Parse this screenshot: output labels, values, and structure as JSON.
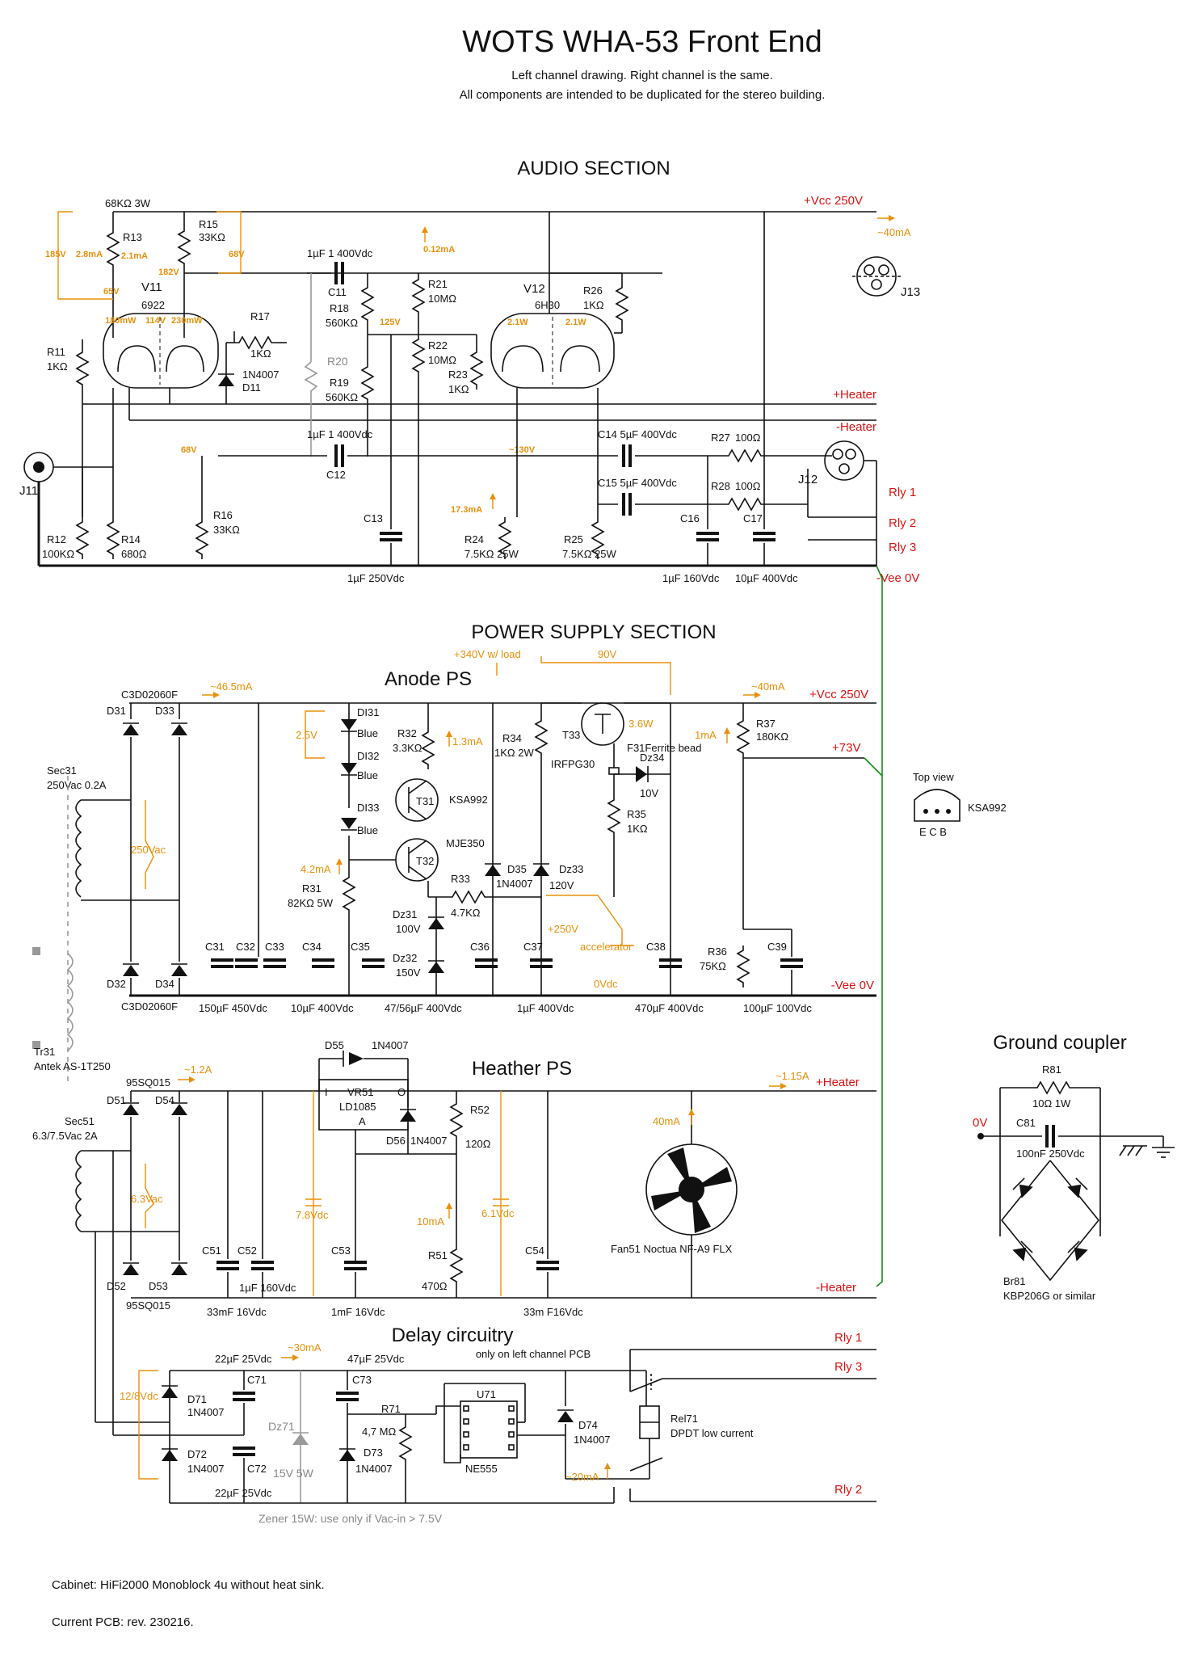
{
  "header": {
    "title": "WOTS WHA-53 Front End",
    "subtitle1": "Left channel drawing. Right channel is the same.",
    "subtitle2": "All components are intended to be duplicated for the stereo building."
  },
  "sections": {
    "audio": "AUDIO SECTION",
    "power": "POWER SUPPLY SECTION",
    "anode": "Anode PS",
    "heater": "Heather PS",
    "delay": "Delay circuitry",
    "delay_note": "only on left channel PCB",
    "ground": "Ground coupler"
  },
  "rails": {
    "vcc": "+Vcc 250V",
    "vcc_current": "~40mA",
    "heater_pos": "+Heater",
    "heater_neg": "-Heater",
    "rly1": "Rly 1",
    "rly2": "Rly 2",
    "rly3": "Rly 3",
    "vee": "-Vee 0V",
    "plus73": "+73V",
    "zero": "0V"
  },
  "audio": {
    "r13_top": "68KΩ 3W",
    "r13": "R13",
    "r15": "R15",
    "r15_val": "33KΩ",
    "c11_val": "1µF 1 400Vdc",
    "c11": "C11",
    "i_012": "0.12mA",
    "v185": "185V",
    "i28": "2.8mA",
    "i21": "2.1mA",
    "v68a": "68V",
    "v182": "182V",
    "v65": "65V",
    "v11": "V11",
    "v11_type": "6922",
    "p180": "180mW",
    "v114": "114V",
    "p230": "230mW",
    "r17": "R17",
    "r17_val": "1KΩ",
    "r11": "R11",
    "r11_val": "1KΩ",
    "d11": "D11",
    "d11_val": "1N4007",
    "r18": "R18",
    "r18_val": "560KΩ",
    "v125": "125V",
    "r20": "R20",
    "r19": "R19",
    "r19_val": "560KΩ",
    "r21": "R21",
    "r21_val": "10MΩ",
    "r22": "R22",
    "r22_val": "10MΩ",
    "r23": "R23",
    "r23_val": "1KΩ",
    "v12": "V12",
    "v12_type": "6H30",
    "w21a": "2.1W",
    "w21b": "2.1W",
    "r26": "R26",
    "r26_val": "1KΩ",
    "j13": "J13",
    "c12_val": "1µF 1 400Vdc",
    "c12": "C12",
    "v68b": "68V",
    "v130": "~130V",
    "c14": "C14 5µF 400Vdc",
    "c15": "C15 5µF 400Vdc",
    "r27": "R27",
    "r27_val": "100Ω",
    "r28": "R28",
    "r28_val": "100Ω",
    "j12": "J12",
    "j11": "J11",
    "r12": "R12",
    "r12_val": "100KΩ",
    "r14": "R14",
    "r14_val": "680Ω",
    "r16": "R16",
    "r16_val": "33KΩ",
    "c13": "C13",
    "c13_val": "1µF 250Vdc",
    "i173": "17.3mA",
    "r24": "R24",
    "r24_val": "7.5KΩ 25W",
    "r25": "R25",
    "r25_val": "7.5KΩ 25W",
    "c16": "C16",
    "c17": "C17",
    "c16_val": "1µF 160Vdc",
    "c17_val": "10µF 400Vdc"
  },
  "anode": {
    "v340": "+340V w/ load",
    "v90": "90V",
    "i465": "~46.5mA",
    "i40": "~40mA",
    "d31": "D31",
    "d33": "D33",
    "c3d_top": "C3D02060F",
    "c3d_bot": "C3D02060F",
    "sec31": "Sec31",
    "sec31_val": "250Vac 0.2A",
    "v250ac": "250Vac",
    "di31": "DI31",
    "di32": "DI32",
    "di33": "DI33",
    "blue1": "Blue",
    "blue2": "Blue",
    "blue3": "Blue",
    "v25": "2.5V",
    "r32": "R32",
    "r32_val": "3.3KΩ",
    "i13": "1.3mA",
    "r34": "R34",
    "r34_val": "1KΩ 2W",
    "t33": "T33",
    "w36": "3.6W",
    "irf": "IRFPG30",
    "f31": "F31Ferrite bead",
    "dz34": "Dz34",
    "v10": "10V",
    "i1": "1mA",
    "r37": "R37",
    "r37_val": "180KΩ",
    "t31": "T31",
    "ksa992": "KSA992",
    "t32": "T32",
    "mje": "MJE350",
    "r35": "R35",
    "r35_val": "1KΩ",
    "i42": "4.2mA",
    "r31": "R31",
    "r31_val": "82KΩ 5W",
    "r33": "R33",
    "r33_val": "4.7KΩ",
    "d35": "D35",
    "d35_val": "1N4007",
    "dz33": "Dz33",
    "dz33_val": "120V",
    "dz31": "Dz31",
    "dz31_val": "100V",
    "dz32": "Dz32",
    "dz32_val": "150V",
    "v250p": "+250V",
    "accel": "accelerator",
    "d32": "D32",
    "d34": "D34",
    "c31": "C31",
    "c32": "C32",
    "c33": "C33",
    "c34": "C34",
    "c35": "C35",
    "c36": "C36",
    "c37": "C37",
    "c38": "C38",
    "c39": "C39",
    "r36": "R36",
    "r36_val": "75KΩ",
    "v0dc": "0Vdc",
    "cap_caption": "150µF 450Vdc",
    "c34_val": "10µF 400Vdc",
    "c35_val": "47/56µF 400Vdc",
    "c37_val": "1µF 400Vdc",
    "c38_val": "470µF 400Vdc",
    "c39_val": "100µF 100Vdc",
    "tr31": "Tr31",
    "tr31_val": "Antek AS-1T250",
    "topview": "Top view",
    "ksa_pin": "KSA992",
    "ecb": "E C B"
  },
  "heater": {
    "d55": "D55",
    "d55_val": "1N4007",
    "i12": "~1.2A",
    "i115": "~1.15A",
    "sq_top": "95SQ015",
    "d51": "D51",
    "d54": "D54",
    "sec51": "Sec51",
    "sec51_val": "6.3/7.5Vac 2A",
    "v63ac": "6.3Vac",
    "vr51": "VR51",
    "vr51_val": "LD1085",
    "vr51_a": "A",
    "pin_i": "I",
    "pin_o": "O",
    "d56": "D56",
    "d56_val": "1N4007",
    "r52": "R52",
    "r52_val": "120Ω",
    "v78": "7.8Vdc",
    "v61": "6.1Vdc",
    "i10": "10mA",
    "i40f": "40mA",
    "r51": "R51",
    "r51_val": "470Ω",
    "c51": "C51",
    "c52": "C52",
    "c52_val": "1µF 160Vdc",
    "c53": "C53",
    "c54": "C54",
    "d52": "D52",
    "d53": "D53",
    "sq_bot": "95SQ015",
    "c51_val": "33mF 16Vdc",
    "c53_val": "1mF 16Vdc",
    "c54_val": "33m F16Vdc",
    "fan": "Fan51  Noctua NF-A9 FLX"
  },
  "delay": {
    "i30": "~30mA",
    "c71_val": "22µF 25Vdc",
    "c71": "C71",
    "c73_val": "47µF 25Vdc",
    "c73": "C73",
    "v128": "12/8Vdc",
    "d71": "D71",
    "d71_val": "1N4007",
    "d72": "D72",
    "d72_val": "1N4007",
    "c72": "C72",
    "c72_val": "22µF 25Vdc",
    "dz71": "Dz71",
    "dz71_val": "15V 5W",
    "r71": "R71",
    "r71_val": "4,7 MΩ",
    "d73": "D73",
    "d73_val": "1N4007",
    "u71": "U71",
    "ne555": "NE555",
    "d74": "D74",
    "d74_val": "1N4007",
    "i20": "~20mA",
    "rel71": "Rel71",
    "rel71_val": "DPDT low current",
    "zener_note": "Zener 15W: use only if Vac-in > 7.5V"
  },
  "ground": {
    "r81": "R81",
    "r81_val": "10Ω 1W",
    "c81": "C81",
    "c81_val": "100nF 250Vdc",
    "br81": "Br81",
    "br81_val": "KBP206G or similar"
  },
  "footer": {
    "cabinet": "Cabinet: HiFi2000 Monoblock 4u without heat sink.",
    "pcb": "Current PCB: rev. 230216."
  }
}
